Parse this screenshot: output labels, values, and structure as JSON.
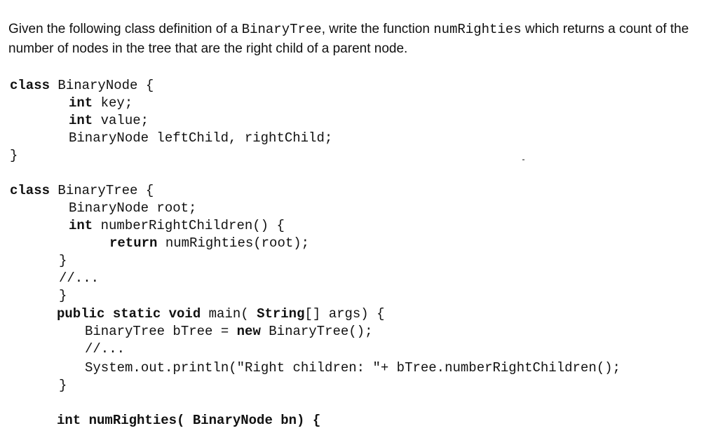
{
  "prose": {
    "p1": "Given the following class definition of a ",
    "c1": "BinaryTree",
    "p2": ", write the function ",
    "c2": "numRighties",
    "p3": " which returns a count of the number of nodes in the tree that are the right child of a parent node."
  },
  "code": {
    "l1a": "class",
    "l1b": " BinaryNode {",
    "l2a": "int",
    "l2b": " key;",
    "l3a": "int",
    "l3b": " value;",
    "l4": "BinaryNode leftChild, rightChild;",
    "l5": "}",
    "l6a": "class",
    "l6b": " BinaryTree {",
    "l7": "BinaryNode root;",
    "l8a": "int",
    "l8b": " numberRightChildren() {",
    "l9a": "return",
    "l9b": " numRighties(root);",
    "l10": "}",
    "l11": "//...",
    "l12": "}",
    "l13a": "public static void",
    "l13b": " main( ",
    "l13c": "String",
    "l13d": "[] args) {",
    "l14a": "BinaryTree bTree = ",
    "l14b": "new",
    "l14c": " BinaryTree();",
    "l15": "//...",
    "l16": "System.out.println(\"Right children: \"+ bTree.numberRightChildren();",
    "l17": "}",
    "l18": "int numRighties( BinaryNode bn) {"
  }
}
